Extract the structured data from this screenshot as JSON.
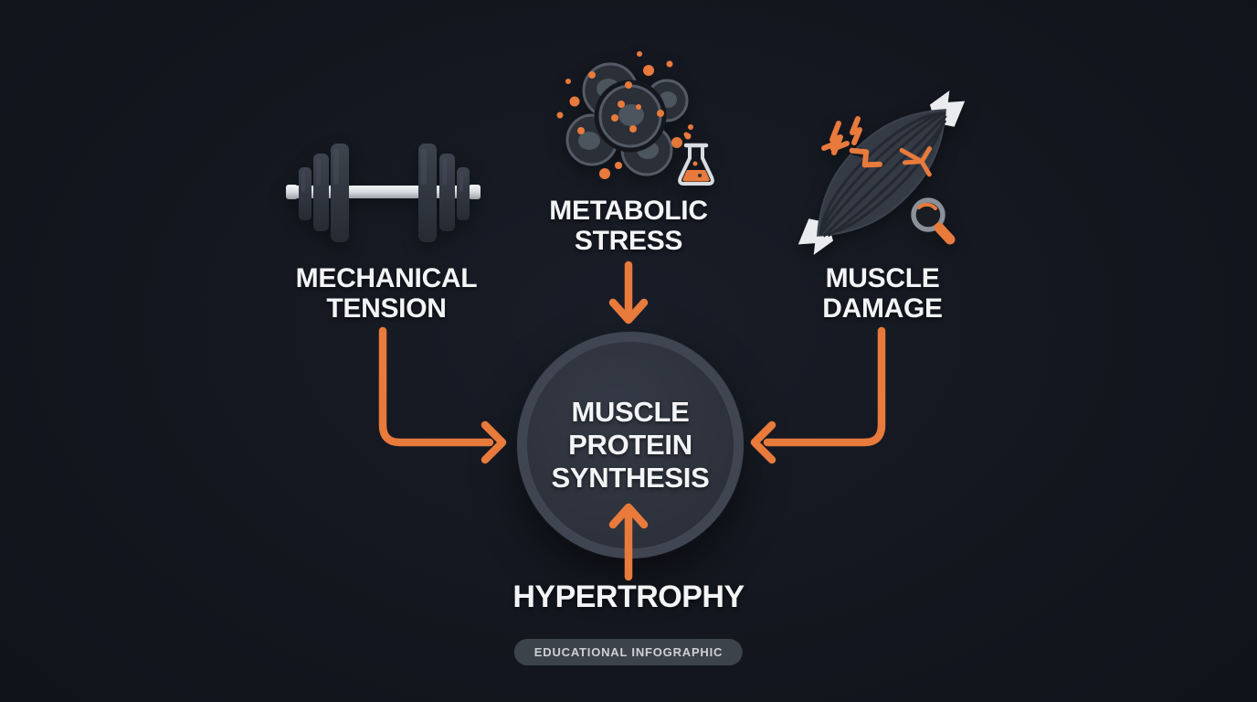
{
  "colors": {
    "background": "#14171F",
    "accent_orange": "#E87A3C",
    "text_primary": "#F3F4F6",
    "circle_fill": "#2E333D",
    "circle_ring": "#3F4651",
    "badge_background": "#3D434B",
    "badge_text": "#CDD0D5",
    "icon_body_dark": "#333A44",
    "tendon_white": "#E9EBEE",
    "bar_silver": "#D9DDE1"
  },
  "factors": [
    {
      "id": "mechanical-tension",
      "line1": "MECHANICAL",
      "line2": "TENSION",
      "icon": "dumbbell-icon"
    },
    {
      "id": "metabolic-stress",
      "line1": "METABOLIC",
      "line2": "STRESS",
      "icon": "cells-flask-icon"
    },
    {
      "id": "muscle-damage",
      "line1": "MUSCLE",
      "line2": "DAMAGE",
      "icon": "torn-muscle-magnifier-icon"
    }
  ],
  "center": {
    "line1": "MUSCLE",
    "line2": "PROTEIN",
    "line3": "SYNTHESIS"
  },
  "outcome": {
    "label": "HYPERTROPHY"
  },
  "footer": {
    "badge": "EDUCATIONAL INFOGRAPHIC"
  }
}
